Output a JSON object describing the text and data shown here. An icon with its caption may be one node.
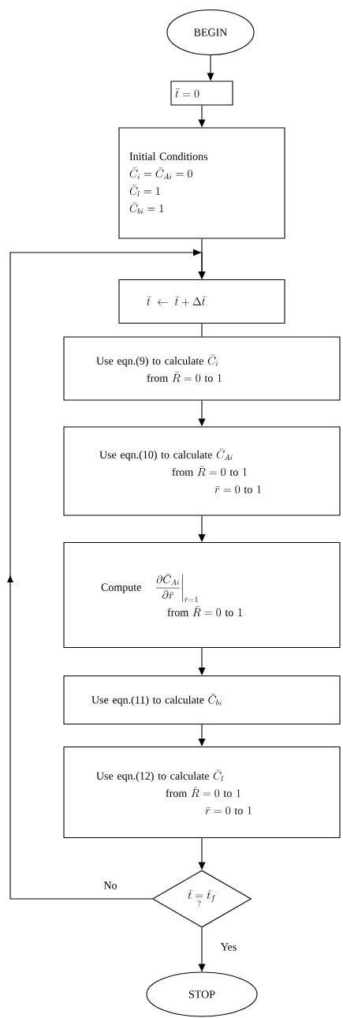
{
  "diagram": {
    "nodes": [
      {
        "text": [
          "BEGIN"
        ]
      },
      {
        "text": [
          "\\bar{t} = 0"
        ]
      },
      {
        "text": [
          "Initial Conditions",
          "\\bar{C}_i = \\bar{C}_{Ai} = 0",
          "\\bar{C}_l = 1",
          "\\bar{C}_{bi} = 1"
        ]
      },
      {
        "text": [
          "\\bar{t} \\;\\leftarrow\\; \\bar{t} + \\Delta\\bar{t}"
        ]
      },
      {
        "text": [
          "\\text{Use eqn.(9) to calculate } \\bar{C}_i",
          "\\text{from } \\bar{R} = 0 \\text{ to } 1"
        ]
      },
      {
        "text": [
          "\\text{Use eqn.(10) to calculate } \\bar{C}_{Ai}",
          "\\text{from } \\bar{R} = 0 \\text{ to } 1",
          "\\bar{r} = 0 \\text{ to } 1"
        ]
      },
      {
        "text": [
          "\\text{Compute} \\quad \\left.\\dfrac{\\partial \\bar{C}_{Ai}}{\\partial \\bar{r}}\\right|_{\\bar{r} = 1}",
          "\\text{from } \\bar{R} = 0 \\text{ to } 1"
        ]
      },
      {
        "text": [
          "\\text{Use eqn.(11) to calculate } \\bar{C}_{bi}"
        ]
      },
      {
        "text": [
          "\\text{Use eqn.(12) to calculate } \\bar{C}_l",
          "\\text{from } \\bar{R} = 0 \\text{ to } 1",
          "\\bar{r} = 0 \\text{ to } 1"
        ]
      },
      {
        "text": [
          "\\bar{t} \\underset{?}{=} \\bar{t}_f"
        ]
      },
      {
        "text": [
          "STOP"
        ]
      }
    ],
    "edges": [
      {
        "from": 0,
        "to": 1,
        "arrow": "to"
      },
      {
        "from": 1,
        "to": 2,
        "arrow": "to"
      },
      {
        "from": 2,
        "to": 3,
        "arrow": "to"
      },
      {
        "from": 3,
        "to": 4,
        "arrow": "none"
      },
      {
        "from": 4,
        "to": 5,
        "arrow": "to"
      },
      {
        "from": 5,
        "to": 6,
        "arrow": "to"
      },
      {
        "from": 6,
        "to": 7,
        "arrow": "to"
      },
      {
        "from": 7,
        "to": 8,
        "arrow": "to"
      },
      {
        "from": 8,
        "to": 9,
        "arrow": "to"
      },
      {
        "from": 9,
        "to": 3,
        "arrow": "to",
        "label": "No"
      },
      {
        "from": 9,
        "to": 10,
        "arrow": "to",
        "label": "Yes"
      }
    ]
  }
}
